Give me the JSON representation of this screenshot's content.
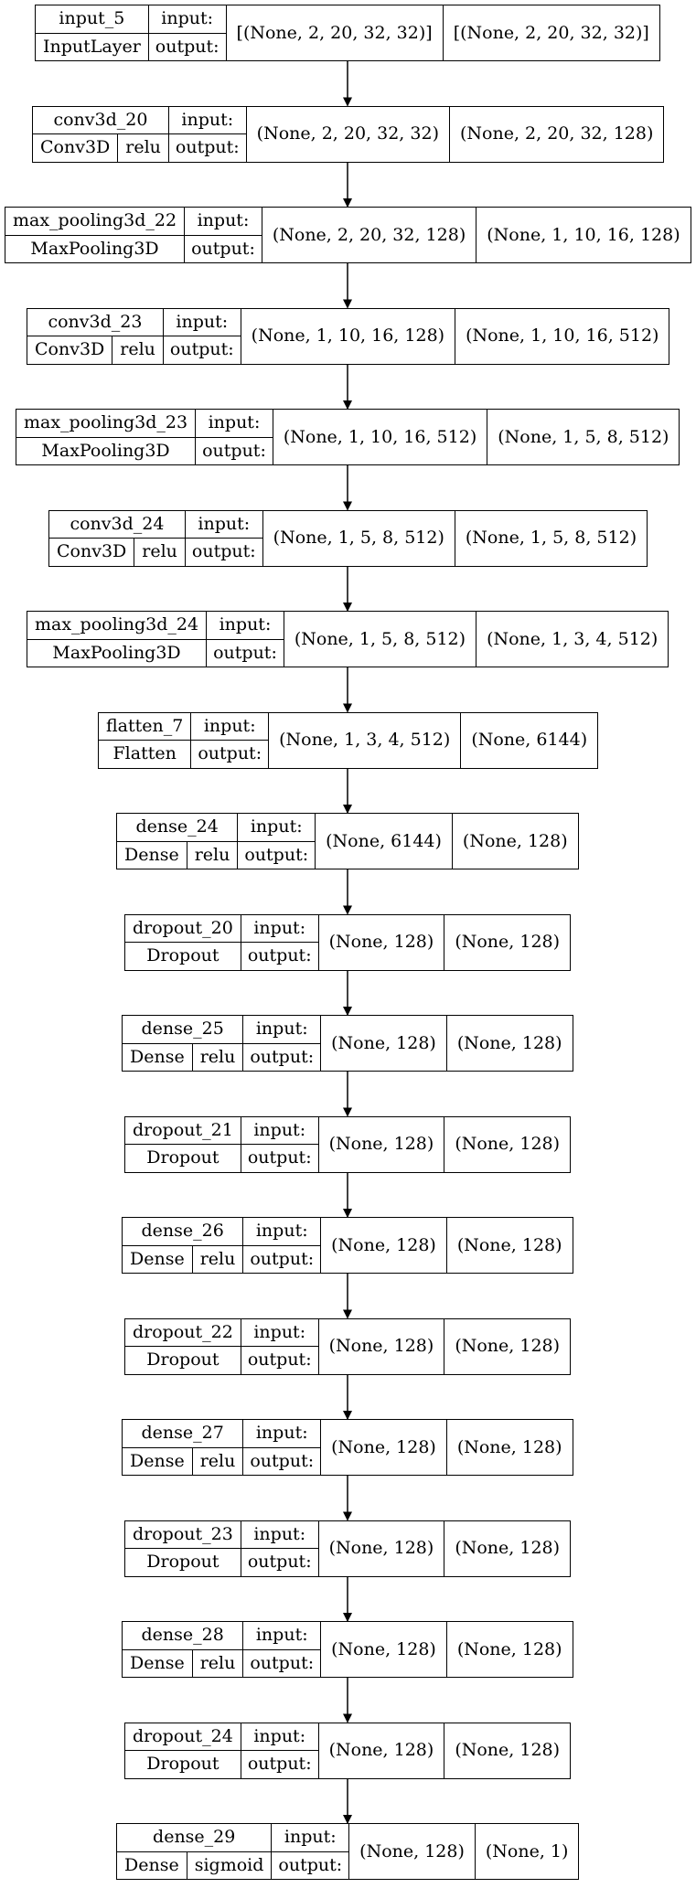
{
  "diagram": {
    "io_labels": {
      "input": "input:",
      "output": "output:"
    },
    "layers": [
      {
        "name": "input_5",
        "type": "InputLayer",
        "activation": "",
        "input_shape": "[(None, 2, 20, 32, 32)]",
        "output_shape": "[(None, 2, 20, 32, 32)]"
      },
      {
        "name": "conv3d_20",
        "type": "Conv3D",
        "activation": "relu",
        "input_shape": "(None, 2, 20, 32, 32)",
        "output_shape": "(None, 2, 20, 32, 128)"
      },
      {
        "name": "max_pooling3d_22",
        "type": "MaxPooling3D",
        "activation": "",
        "input_shape": "(None, 2, 20, 32, 128)",
        "output_shape": "(None, 1, 10, 16, 128)"
      },
      {
        "name": "conv3d_23",
        "type": "Conv3D",
        "activation": "relu",
        "input_shape": "(None, 1, 10, 16, 128)",
        "output_shape": "(None, 1, 10, 16, 512)"
      },
      {
        "name": "max_pooling3d_23",
        "type": "MaxPooling3D",
        "activation": "",
        "input_shape": "(None, 1, 10, 16, 512)",
        "output_shape": "(None, 1, 5, 8, 512)"
      },
      {
        "name": "conv3d_24",
        "type": "Conv3D",
        "activation": "relu",
        "input_shape": "(None, 1, 5, 8, 512)",
        "output_shape": "(None, 1, 5, 8, 512)"
      },
      {
        "name": "max_pooling3d_24",
        "type": "MaxPooling3D",
        "activation": "",
        "input_shape": "(None, 1, 5, 8, 512)",
        "output_shape": "(None, 1, 3, 4, 512)"
      },
      {
        "name": "flatten_7",
        "type": "Flatten",
        "activation": "",
        "input_shape": "(None, 1, 3, 4, 512)",
        "output_shape": "(None, 6144)"
      },
      {
        "name": "dense_24",
        "type": "Dense",
        "activation": "relu",
        "input_shape": "(None, 6144)",
        "output_shape": "(None, 128)"
      },
      {
        "name": "dropout_20",
        "type": "Dropout",
        "activation": "",
        "input_shape": "(None, 128)",
        "output_shape": "(None, 128)"
      },
      {
        "name": "dense_25",
        "type": "Dense",
        "activation": "relu",
        "input_shape": "(None, 128)",
        "output_shape": "(None, 128)"
      },
      {
        "name": "dropout_21",
        "type": "Dropout",
        "activation": "",
        "input_shape": "(None, 128)",
        "output_shape": "(None, 128)"
      },
      {
        "name": "dense_26",
        "type": "Dense",
        "activation": "relu",
        "input_shape": "(None, 128)",
        "output_shape": "(None, 128)"
      },
      {
        "name": "dropout_22",
        "type": "Dropout",
        "activation": "",
        "input_shape": "(None, 128)",
        "output_shape": "(None, 128)"
      },
      {
        "name": "dense_27",
        "type": "Dense",
        "activation": "relu",
        "input_shape": "(None, 128)",
        "output_shape": "(None, 128)"
      },
      {
        "name": "dropout_23",
        "type": "Dropout",
        "activation": "",
        "input_shape": "(None, 128)",
        "output_shape": "(None, 128)"
      },
      {
        "name": "dense_28",
        "type": "Dense",
        "activation": "relu",
        "input_shape": "(None, 128)",
        "output_shape": "(None, 128)"
      },
      {
        "name": "dropout_24",
        "type": "Dropout",
        "activation": "",
        "input_shape": "(None, 128)",
        "output_shape": "(None, 128)"
      },
      {
        "name": "dense_29",
        "type": "Dense",
        "activation": "sigmoid",
        "input_shape": "(None, 128)",
        "output_shape": "(None, 1)"
      }
    ]
  }
}
